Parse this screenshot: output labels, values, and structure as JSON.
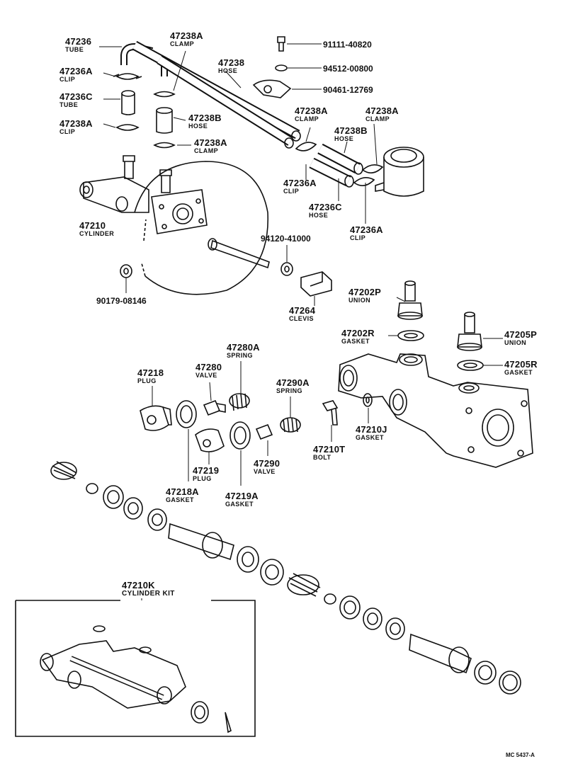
{
  "parts": {
    "p47236": {
      "num": "47236",
      "name": "TUBE"
    },
    "p47236a_1": {
      "num": "47236A",
      "name": "CLIP"
    },
    "p47236c_1": {
      "num": "47236C",
      "name": "TUBE"
    },
    "p47238a_1": {
      "num": "47238A",
      "name": "CLIP"
    },
    "p47238a_top": {
      "num": "47238A",
      "name": "CLAMP"
    },
    "p47238": {
      "num": "47238",
      "name": "HOSE"
    },
    "p47238b_1": {
      "num": "47238B",
      "name": "HOSE"
    },
    "p47238a_2": {
      "num": "47238A",
      "name": "CLAMP"
    },
    "p47238a_3": {
      "num": "47238A",
      "name": "CLAMP"
    },
    "p47238a_4": {
      "num": "47238A",
      "name": "CLAMP"
    },
    "p47238b_2": {
      "num": "47238B",
      "name": "HOSE"
    },
    "p47236a_2": {
      "num": "47236A",
      "name": "CLIP"
    },
    "p47236c_2": {
      "num": "47236C",
      "name": "HOSE"
    },
    "p47236a_3": {
      "num": "47236A",
      "name": "CLIP"
    },
    "p47210": {
      "num": "47210",
      "name": "CYLINDER"
    },
    "p47264": {
      "num": "47264",
      "name": "CLEVIS"
    },
    "p47202p": {
      "num": "47202P",
      "name": "UNION"
    },
    "p47202r": {
      "num": "47202R",
      "name": "GASKET"
    },
    "p47205p": {
      "num": "47205P",
      "name": "UNION"
    },
    "p47205r": {
      "num": "47205R",
      "name": "GASKET"
    },
    "p47280a": {
      "num": "47280A",
      "name": "SPRING"
    },
    "p47280": {
      "num": "47280",
      "name": "VALVE"
    },
    "p47218": {
      "num": "47218",
      "name": "PLUG"
    },
    "p47290a": {
      "num": "47290A",
      "name": "SPRING"
    },
    "p47219": {
      "num": "47219",
      "name": "PLUG"
    },
    "p47290": {
      "num": "47290",
      "name": "VALVE"
    },
    "p47218a": {
      "num": "47218A",
      "name": "GASKET"
    },
    "p47219a": {
      "num": "47219A",
      "name": "GASKET"
    },
    "p47210j": {
      "num": "47210J",
      "name": "GASKET"
    },
    "p47210t": {
      "num": "47210T",
      "name": "BOLT"
    },
    "p47210k": {
      "num": "47210K",
      "name": "CYLINDER KIT"
    }
  },
  "part_numbers": {
    "pn_91111": "91111-40820",
    "pn_94512": "94512-00800",
    "pn_90461": "90461-12769",
    "pn_94120": "94120-41000",
    "pn_90179": "90179-08146"
  },
  "diagram_code": "MC 5437-A"
}
